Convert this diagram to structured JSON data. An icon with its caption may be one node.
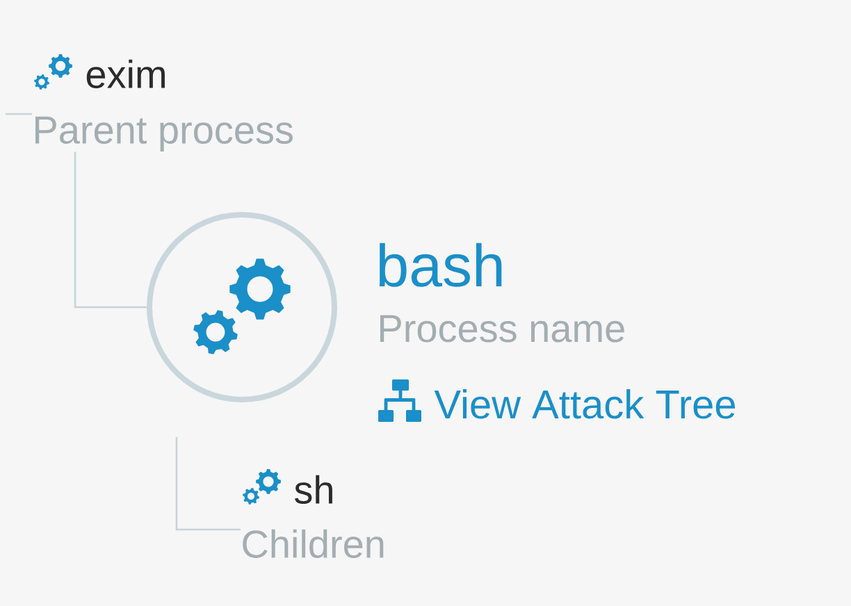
{
  "diagram": {
    "nodes": [
      {
        "text": [
          "exim",
          "Parent process"
        ]
      },
      {
        "text": [],
        "shape": "circle",
        "beside": [
          "bash",
          "Process name",
          "View Attack Tree"
        ]
      },
      {
        "text": [
          "sh",
          "Children"
        ]
      }
    ],
    "edges": [
      {
        "from": null,
        "to": 0,
        "arrow": "none"
      },
      {
        "from": 0,
        "to": 1,
        "arrow": "none"
      },
      {
        "from": 1,
        "to": 2,
        "arrow": "none"
      }
    ]
  }
}
